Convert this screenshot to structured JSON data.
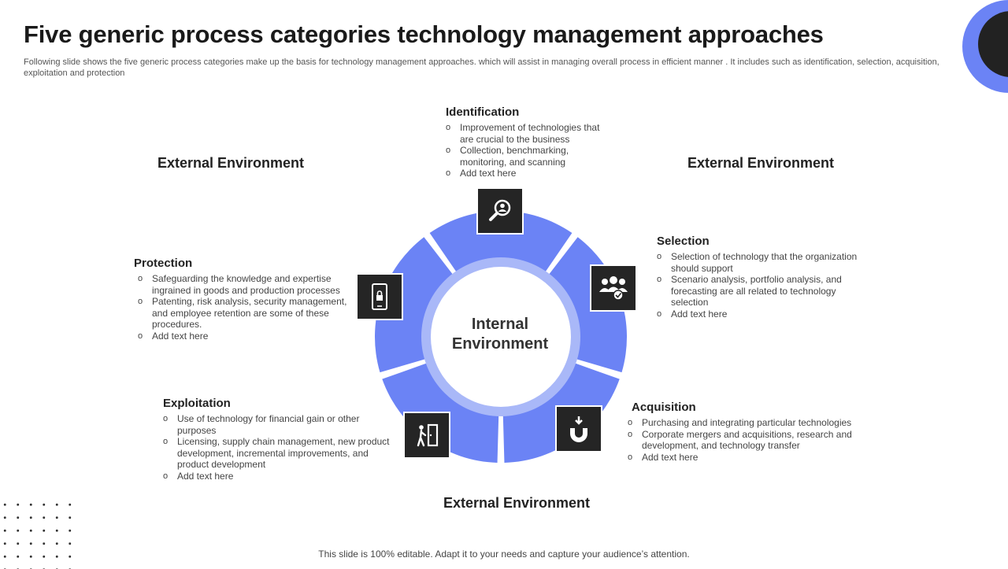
{
  "header": {
    "title": "Five generic process categories technology management approaches",
    "subtitle": "Following slide shows the five generic process categories make up the basis for technology management approaches. which will assist in managing overall process in efficient manner . It includes such as identification, selection, acquisition, exploitation and protection"
  },
  "environment": {
    "top_left": "External Environment",
    "top_right": "External Environment",
    "bottom": "External Environment"
  },
  "center": {
    "line1": "Internal",
    "line2": "Environment"
  },
  "colors": {
    "segment": "#6b83f5",
    "inner_ring": "#a9b8f8",
    "icon_bg": "#252525"
  },
  "categories": [
    {
      "title": "Identification",
      "icon": "search-person-icon",
      "items": [
        "Improvement of technologies that are crucial to the business",
        "Collection, benchmarking, monitoring, and scanning",
        "Add text here"
      ]
    },
    {
      "title": "Selection",
      "icon": "team-check-icon",
      "items": [
        "Selection of technology that the organization should support",
        "Scenario analysis, portfolio analysis, and forecasting are all related to technology selection",
        "Add text here"
      ]
    },
    {
      "title": "Acquisition",
      "icon": "magnet-icon",
      "items": [
        "Purchasing and integrating particular technologies",
        "Corporate mergers and acquisitions, research and development, and technology transfer",
        "Add text here"
      ]
    },
    {
      "title": "Exploitation",
      "icon": "person-door-icon",
      "items": [
        "Use of technology for financial gain or other purposes",
        "Licensing, supply chain management, new product development, incremental improvements, and product development",
        "Add text here"
      ]
    },
    {
      "title": "Protection",
      "icon": "mobile-lock-icon",
      "items": [
        "Safeguarding the knowledge and expertise ingrained in goods and production processes",
        "Patenting, risk analysis, security management, and employee retention are some of these procedures.",
        "Add text here"
      ]
    }
  ],
  "footer": "This slide is 100% editable. Adapt it to your needs and capture your audience’s attention."
}
